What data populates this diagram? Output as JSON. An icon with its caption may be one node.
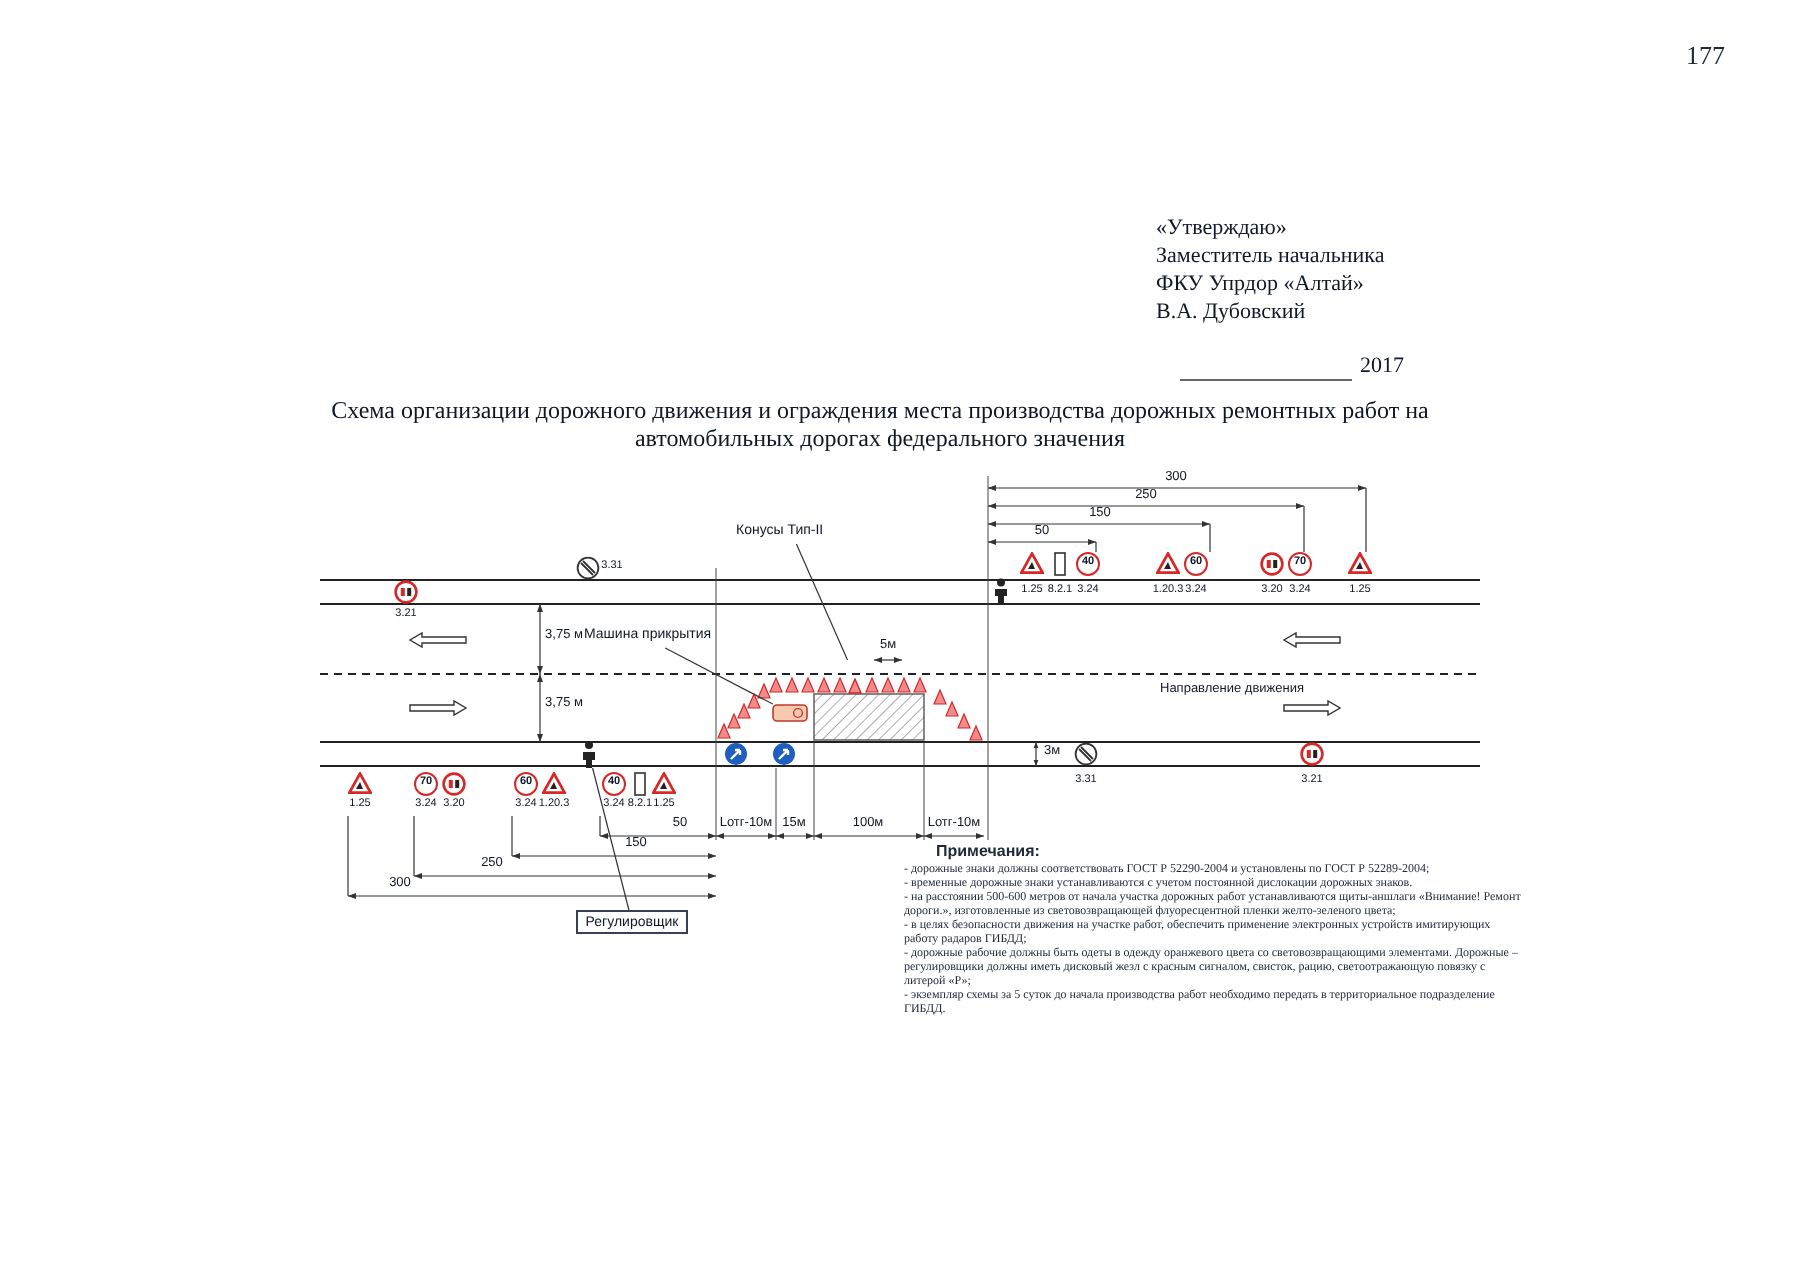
{
  "diagram": {
    "title": "Схема организации дорожного движения и ограждения места производства дорожных ремонтных работ на автомобильных дорогах федерального значения",
    "nodes": [
      {
        "text": [
          "Конусы Тип-II"
        ]
      },
      {
        "text": [],
        "shape": "cone"
      },
      {
        "text": [
          "Машина прикрытия"
        ]
      },
      {
        "text": [],
        "shape": "car"
      },
      {
        "text": [
          "Регулировщик"
        ]
      },
      {
        "text": [],
        "shape": "person"
      }
    ],
    "edges": [
      {
        "from": 0,
        "to": 1,
        "arrow": "none"
      },
      {
        "from": 2,
        "to": 3,
        "arrow": "none"
      },
      {
        "from": 4,
        "to": 5,
        "arrow": "none"
      }
    ],
    "labels": [
      "177",
      "«Утверждаю»",
      "Заместитель начальника",
      "ФКУ Упрдор «Алтай»",
      "В.А. Дубовский",
      "2017",
      "300",
      "250",
      "150",
      "50",
      "40",
      "1.25",
      "8.2.1",
      "3.24",
      "60",
      "1.20.3",
      "3.24",
      "70",
      "3.20",
      "3.24",
      "1.25",
      "3.21",
      "3.31",
      "3,75 м",
      "3,75 м",
      "5м",
      "3м",
      "Направление движения",
      "3.31",
      "3.21",
      "1.25",
      "70",
      "3.24",
      "3.20",
      "60",
      "3.24",
      "1.20.3",
      "40",
      "3.24",
      "8.2.1",
      "1.25",
      "50",
      "150",
      "250",
      "300",
      "Lотг-10м",
      "15м",
      "100м",
      "Lотг-10м",
      "Примечания:",
      "- дорожные знаки должны соответствовать ГОСТ Р 52290-2004 и установлены по ГОСТ Р 52289-2004;",
      "- временные дорожные знаки устанавливаются с учетом постоянной дислокации дорожных знаков.",
      "- на расстоянии 500-600 метров от начала участка дорожных работ устанавливаются щиты-аншлаги «Внимание! Ремонт дороги.», изготовленные из световозвращающей флуоресцентной пленки желто-зеленого цвета;",
      "- в целях безопасности движения на участке работ, обеспечить применение электронных устройств имитирующих работу радаров ГИБДД;",
      "- дорожные рабочие должны быть одеты в одежду оранжевого цвета со световозвращающими элементами. Дорожные – регулировщики должны иметь дисковый жезл с красным сигналом, свисток, рацию, светоотражающую повязку с литерой «Р»;",
      "- экземпляр схемы за 5 суток до начала производства работ необходимо передать в территориальное подразделение ГИБДД."
    ]
  }
}
